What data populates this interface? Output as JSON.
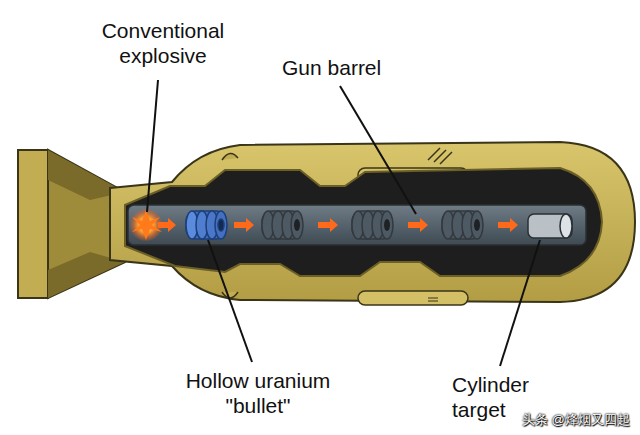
{
  "diagram": {
    "labels": [
      "Conventional explosive",
      "Gun barrel",
      "Hollow uranium \"bullet\"",
      "Cylinder target",
      "头条 @烽烟又四起"
    ]
  }
}
